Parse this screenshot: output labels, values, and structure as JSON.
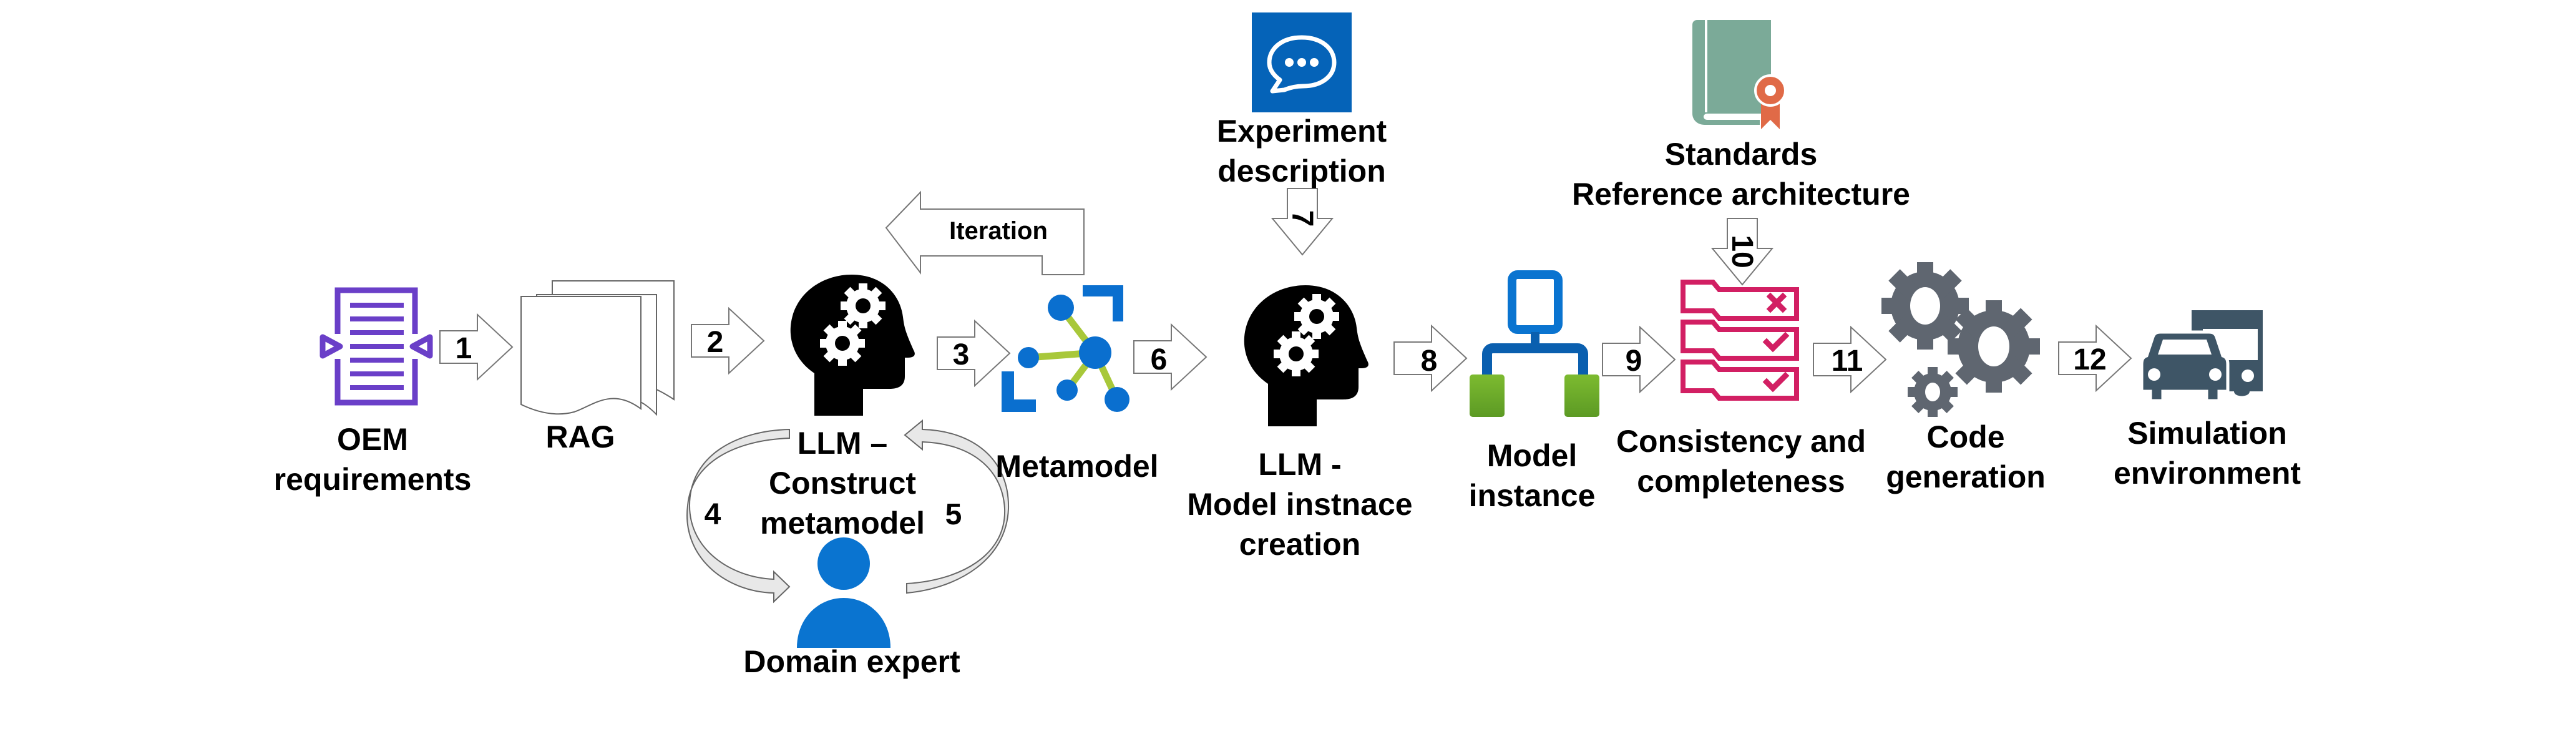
{
  "diagram": {
    "nodes": [
      {
        "id": "oem",
        "lines": [
          "OEM",
          "requirements"
        ],
        "icon": "document-requirements-icon",
        "color": "#6A3FC8"
      },
      {
        "id": "rag",
        "lines": [
          "RAG"
        ],
        "icon": "stacked-documents-icon"
      },
      {
        "id": "llm1",
        "lines": [
          "LLM –",
          "Construct",
          "metamodel"
        ],
        "icon": "head-gears-icon"
      },
      {
        "id": "metamodel",
        "lines": [
          "Metamodel"
        ],
        "icon": "network-graph-icon",
        "color": "#0A6FCF",
        "accent": "#A8C83A"
      },
      {
        "id": "expert",
        "lines": [
          "Domain expert"
        ],
        "icon": "person-icon",
        "color": "#0A74D0"
      },
      {
        "id": "experiment",
        "lines": [
          "Experiment",
          "description"
        ],
        "icon": "chat-bubble-icon",
        "color": "#0563B8"
      },
      {
        "id": "llm2",
        "lines": [
          "LLM -",
          "Model instnace",
          "creation"
        ],
        "icon": "head-gears-icon"
      },
      {
        "id": "instance",
        "lines": [
          "Model",
          "instance"
        ],
        "icon": "hierarchy-icon",
        "color": "#0A6FCF",
        "accent": "#6FAF2A"
      },
      {
        "id": "standards",
        "lines": [
          "Standards",
          "Reference architecture"
        ],
        "icon": "certified-book-icon",
        "color": "#7BAA98",
        "accent": "#E06A47"
      },
      {
        "id": "consistency",
        "lines": [
          "Consistency and",
          "completeness"
        ],
        "icon": "checklist-icon",
        "color": "#D21F63"
      },
      {
        "id": "codegen",
        "lines": [
          "Code",
          "generation"
        ],
        "icon": "gears-icon",
        "color": "#5F6670"
      },
      {
        "id": "simulation",
        "lines": [
          "Simulation",
          "environment"
        ],
        "icon": "vehicles-icon",
        "color": "#3E5566"
      }
    ],
    "steps": [
      "1",
      "2",
      "3",
      "4",
      "5",
      "6",
      "7",
      "8",
      "9",
      "10",
      "11",
      "12"
    ],
    "iteration_label": "Iteration"
  }
}
